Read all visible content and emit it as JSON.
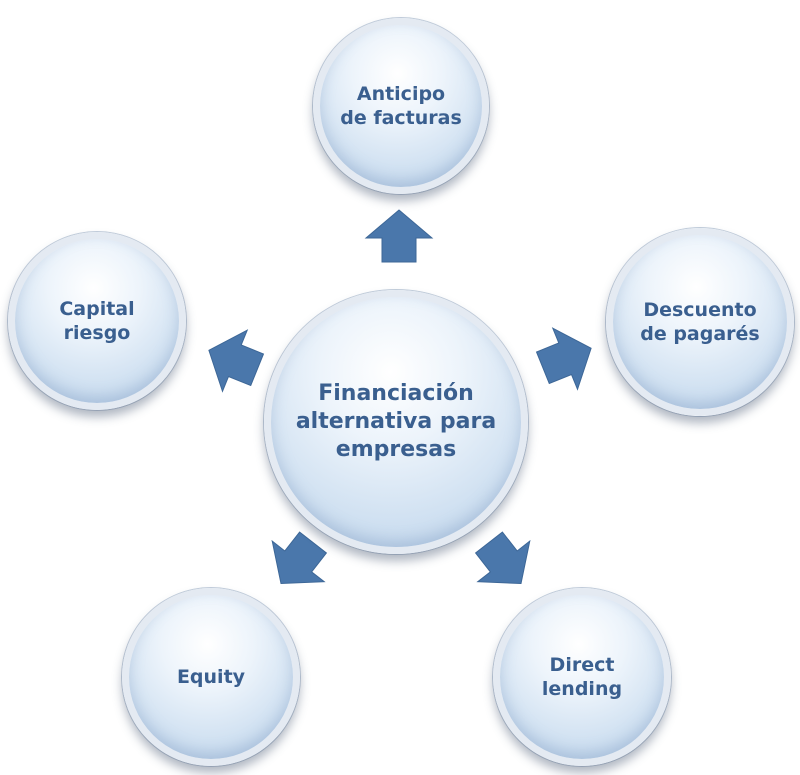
{
  "diagram": {
    "center": {
      "label": "Financiación\nalternativa para\nempresas"
    },
    "nodes": {
      "top": {
        "label": "Anticipo\nde facturas"
      },
      "right": {
        "label": "Descuento\nde pagarés"
      },
      "bottom_right": {
        "label": "Direct\nlending"
      },
      "bottom_left": {
        "label": "Equity"
      },
      "left": {
        "label": "Capital\nriesgo"
      }
    }
  },
  "colors": {
    "text": "#3a5f8f",
    "arrow": "#4a77ab"
  }
}
